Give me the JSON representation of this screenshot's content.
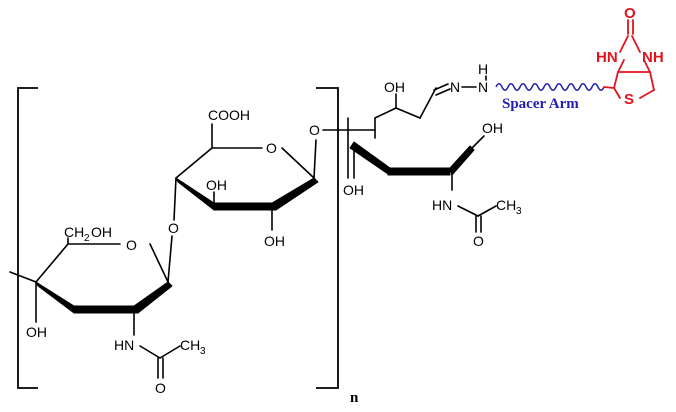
{
  "labels": {
    "cooh": "COOH",
    "oh_b1": "OH",
    "oh_b2": "OH",
    "o_link_ab": "O",
    "ring_o_b": "O",
    "ch2oh_prefix": "CH",
    "ch2oh_sub": "2",
    "ch2oh_suffix": "OH",
    "ring_o_a": "O",
    "oh_a4": "OH",
    "nh_a": "HN",
    "ch3_a": "CH",
    "ch3_a_sub": "3",
    "o_ac_a": "O",
    "o_link_bc": "O",
    "oh_c1": "OH",
    "oh_c3": "OH",
    "oh_c_ch2": "OH",
    "nh_c": "HN",
    "ch3_c": "CH",
    "ch3_c_sub": "3",
    "o_ac_c": "O",
    "hydrazone_n": "N",
    "hydrazone_nh_n": "N",
    "hydrazone_nh_h": "H",
    "repeat_n": "n"
  },
  "spacer": {
    "label": "Spacer Arm",
    "color": "#1f1fb4"
  },
  "biotin": {
    "color": "#e0141e",
    "carbonyl_o": "O",
    "nh_left": "HN",
    "nh_right": "NH",
    "sulfur": "S"
  }
}
